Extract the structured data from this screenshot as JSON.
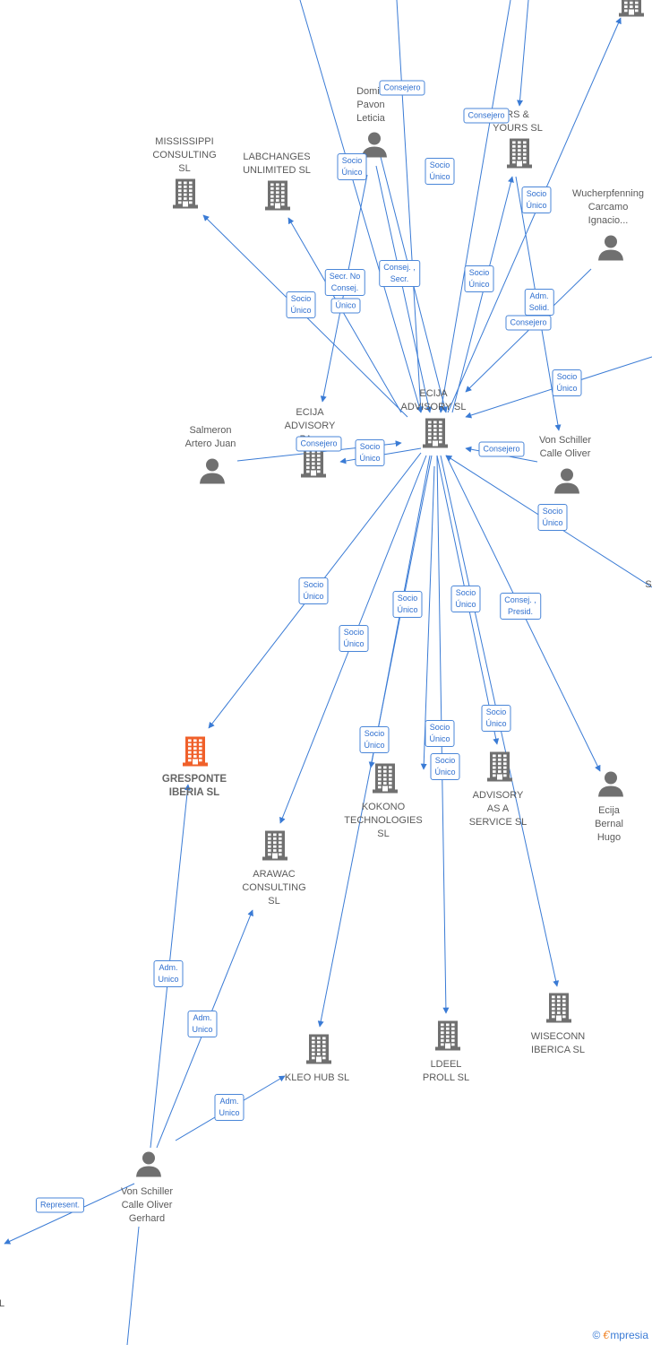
{
  "colors": {
    "edge": "#3a7bd5",
    "node_gray": "#707070",
    "node_highlight": "#f0602a",
    "tag_border": "#4a86d8"
  },
  "nodes": [
    {
      "id": "ecija",
      "kind": "company",
      "label": "ECIJA\nADVISORY  SL",
      "main": true
    },
    {
      "id": "gresponte",
      "kind": "company",
      "label": "GRESPONTE\nIBERIA  SL",
      "highlight": true
    },
    {
      "id": "mississippi",
      "kind": "company",
      "label": "MISSISSIPPI\nCONSULTING\nSL"
    },
    {
      "id": "labchanges",
      "kind": "company",
      "label": "LABCHANGES\nUNLIMITED  SL"
    },
    {
      "id": "yours",
      "kind": "company",
      "label": "RS &\nYOURS SL"
    },
    {
      "id": "topright",
      "kind": "company",
      "label": ""
    },
    {
      "id": "ecija_partners",
      "kind": "company",
      "label": "ECIJA\nADVISORY\nPA..."
    },
    {
      "id": "kokono",
      "kind": "company",
      "label": "KOKONO\nTECHNOLOGIES\nSL"
    },
    {
      "id": "advisory_service",
      "kind": "company",
      "label": "ADVISORY\nAS A\nSERVICE  SL"
    },
    {
      "id": "arawac",
      "kind": "company",
      "label": "ARAWAC\nCONSULTING\nSL"
    },
    {
      "id": "kleo",
      "kind": "company",
      "label": "KLEO HUB  SL"
    },
    {
      "id": "ldeel",
      "kind": "company",
      "label": "LDEEL\nPROLL  SL"
    },
    {
      "id": "wiseconn",
      "kind": "company",
      "label": "WISECONN\nIBERICA  SL"
    },
    {
      "id": "domin",
      "kind": "person",
      "label": "Domin\nPavon\nLeticia"
    },
    {
      "id": "wucher",
      "kind": "person",
      "label": "Wucherpfenning\nCarcamo\nIgnacio..."
    },
    {
      "id": "salmeron",
      "kind": "person",
      "label": "Salmeron\nArtero Juan"
    },
    {
      "id": "vonschiller",
      "kind": "person",
      "label": "Von Schiller\nCalle Oliver"
    },
    {
      "id": "ecijabernal",
      "kind": "person",
      "label": "Ecija Bernal\nHugo"
    },
    {
      "id": "vonschiller_g",
      "kind": "person",
      "label": "Von Schiller\nCalle Oliver\nGerhard"
    }
  ],
  "offpage_labels": [
    {
      "id": "right_s",
      "label": "S"
    },
    {
      "id": "left_l",
      "label": "L"
    }
  ],
  "edge_tags": [
    {
      "id": "t1",
      "label": "Consejero"
    },
    {
      "id": "t2",
      "label": "Consejero"
    },
    {
      "id": "t3",
      "label": "Socio\nÚnico"
    },
    {
      "id": "t4",
      "label": "Socio\nÚnico"
    },
    {
      "id": "t5",
      "label": "Socio\nÚnico"
    },
    {
      "id": "t6",
      "label": "Socio\nÚnico"
    },
    {
      "id": "t7",
      "label": "Secr.  No\nConsej."
    },
    {
      "id": "t8",
      "label": "Consej. ,\nSecr."
    },
    {
      "id": "t9",
      "label": "Socio\nÚnico"
    },
    {
      "id": "t10",
      "label": "Único"
    },
    {
      "id": "t11",
      "label": "Adm.\nSolid."
    },
    {
      "id": "t12",
      "label": "Consejero"
    },
    {
      "id": "t13",
      "label": "Socio\nÚnico"
    },
    {
      "id": "t14",
      "label": "Consejero"
    },
    {
      "id": "t15",
      "label": "Socio\nÚnico"
    },
    {
      "id": "t16",
      "label": "Consejero"
    },
    {
      "id": "t17",
      "label": "Socio\nÚnico"
    },
    {
      "id": "t18",
      "label": "Socio\nÚnico"
    },
    {
      "id": "t19",
      "label": "Socio\nÚnico"
    },
    {
      "id": "t20",
      "label": "Socio\nÚnico"
    },
    {
      "id": "t21",
      "label": "Socio\nÚnico"
    },
    {
      "id": "t22",
      "label": "Consej. ,\nPresid."
    },
    {
      "id": "t23",
      "label": "Socio\nÚnico"
    },
    {
      "id": "t24",
      "label": "Socio\nÚnico"
    },
    {
      "id": "t25",
      "label": "Socio\nÚnico"
    },
    {
      "id": "t26",
      "label": "Socio\nÚnico"
    },
    {
      "id": "t27",
      "label": "Adm.\nUnico"
    },
    {
      "id": "t28",
      "label": "Adm.\nUnico"
    },
    {
      "id": "t29",
      "label": "Adm.\nUnico"
    },
    {
      "id": "t30",
      "label": "Represent."
    }
  ],
  "brand": {
    "copyright": "©",
    "name_initial": "€",
    "name_rest": "mpresia"
  }
}
